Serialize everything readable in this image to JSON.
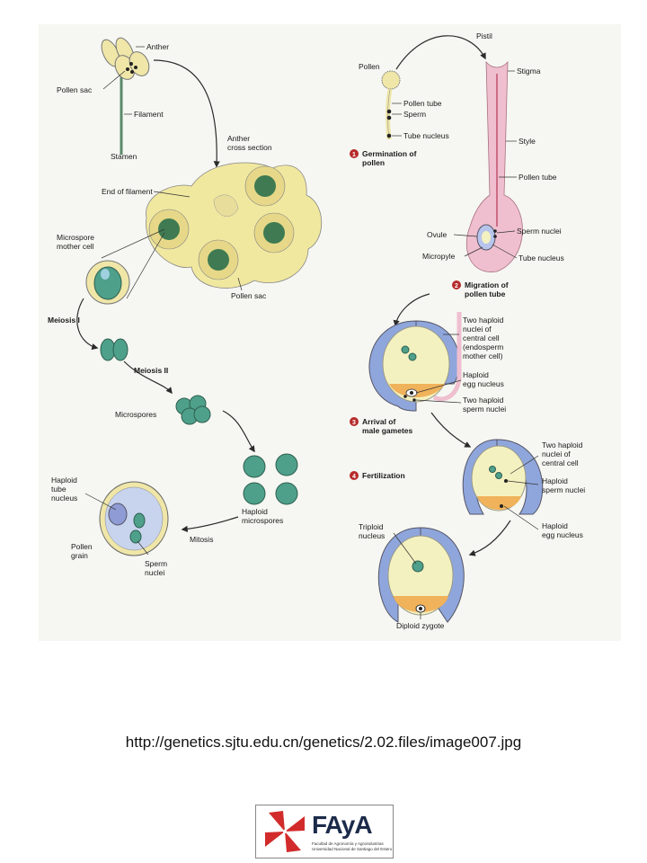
{
  "diagram": {
    "labels": {
      "anther": "Anther",
      "pollen_sac": "Pollen sac",
      "filament": "Filament",
      "stamen": "Stamen",
      "anther_cross_line1": "Anther",
      "anther_cross_line2": "cross section",
      "end_of_filament": "End of filament",
      "microspore_line1": "Microspore",
      "microspore_line2": "mother cell",
      "pollen_sac_2": "Pollen sac",
      "meiosis_1": "Meiosis I",
      "meiosis_2": "Meiosis II",
      "microspores": "Microspores",
      "haploid_tube_1": "Haploid",
      "haploid_tube_2": "tube",
      "haploid_tube_3": "nucleus",
      "haploid_micro_1": "Haploid",
      "haploid_micro_2": "microspores",
      "mitosis": "Mitosis",
      "pollen_grain_1": "Pollen",
      "pollen_grain_2": "grain",
      "sperm_nuclei_1": "Sperm",
      "sperm_nuclei_2": "nuclei",
      "pistil": "Pistil",
      "pollen": "Pollen",
      "stigma": "Stigma",
      "pollen_tube": "Pollen tube",
      "sperm": "Sperm",
      "tube_nucleus": "Tube nucleus",
      "step1_num": "1",
      "step1_line1": "Germination of",
      "step1_line2": "pollen",
      "style": "Style",
      "pollen_tube_2": "Pollen tube",
      "ovule": "Ovule",
      "sperm_nuclei_3": "Sperm nuclei",
      "micropyle": "Micropyle",
      "tube_nucleus_2": "Tube nucleus",
      "step2_num": "2",
      "step2_line1": "Migration of",
      "step2_line2": "pollen tube",
      "central_1": "Two haploid",
      "central_2": "nuclei of",
      "central_3": "central cell",
      "central_4": "(endosperm",
      "central_5": "mother cell)",
      "egg_1": "Haploid",
      "egg_2": "egg nucleus",
      "two_sperm_1": "Two haploid",
      "two_sperm_2": "sperm nuclei",
      "step3_num": "3",
      "step3_line1": "Arrival of",
      "step3_line2": "male gametes",
      "central_b1": "Two haploid",
      "central_b2": "nuclei of",
      "central_b3": "central cell",
      "hsperm_1": "Haploid",
      "hsperm_2": "sperm nuclei",
      "step4_num": "4",
      "step4_label": "Fertilization",
      "triploid_1": "Triploid",
      "triploid_2": "nucleus",
      "hegg_1": "Haploid",
      "hegg_2": "egg nucleus",
      "diploid_zygote": "Diploid zygote"
    },
    "colors": {
      "anther_yellow": "#efe6a8",
      "sac_green": "#3f7a52",
      "cell_green": "#4ea08a",
      "ovule_blue": "#8fa6dc",
      "pistil_pink": "#efbfd0",
      "sac_cream": "#f4f1c0",
      "base_orange": "#f0b25a"
    }
  },
  "footer": {
    "url": "http://genetics.sjtu.edu.cn/genetics/2.02.files/image007.jpg",
    "logo_mark": "FAyA",
    "logo_line1": "Facultad de Agronomía y Agroindustrias",
    "logo_line2": "Universidad Nacional de Santiago del Estero"
  }
}
